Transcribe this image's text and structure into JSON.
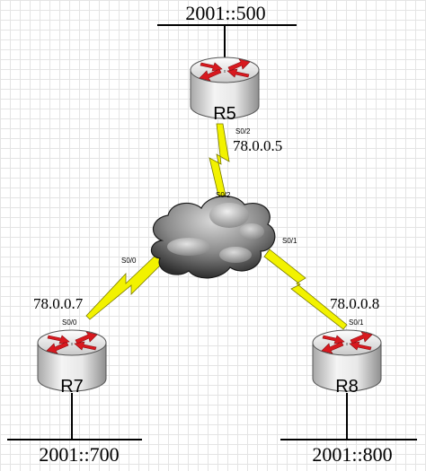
{
  "networks": {
    "r5_lan": "2001::500",
    "r7_lan": "2001::700",
    "r8_lan": "2001::800"
  },
  "routers": {
    "r5": {
      "name": "R5",
      "ip": "78.0.0.5",
      "iface_top": "S0/2"
    },
    "r7": {
      "name": "R7",
      "ip": "78.0.0.7",
      "iface_top": "S0/0"
    },
    "r8": {
      "name": "R8",
      "ip": "78.0.0.8",
      "iface_top": "S0/1"
    }
  },
  "cloud": {
    "iface_r5": "S0/2",
    "iface_r7": "S0/0",
    "iface_r8": "S0/1"
  },
  "colors": {
    "router_arrows": "#d8191f",
    "serial_link": "#f2f200",
    "cloud_dark": "#3a3a3a",
    "cloud_light": "#d9d9d9"
  },
  "icons": [
    "router-icon",
    "frame-relay-cloud-icon",
    "serial-link-icon"
  ]
}
